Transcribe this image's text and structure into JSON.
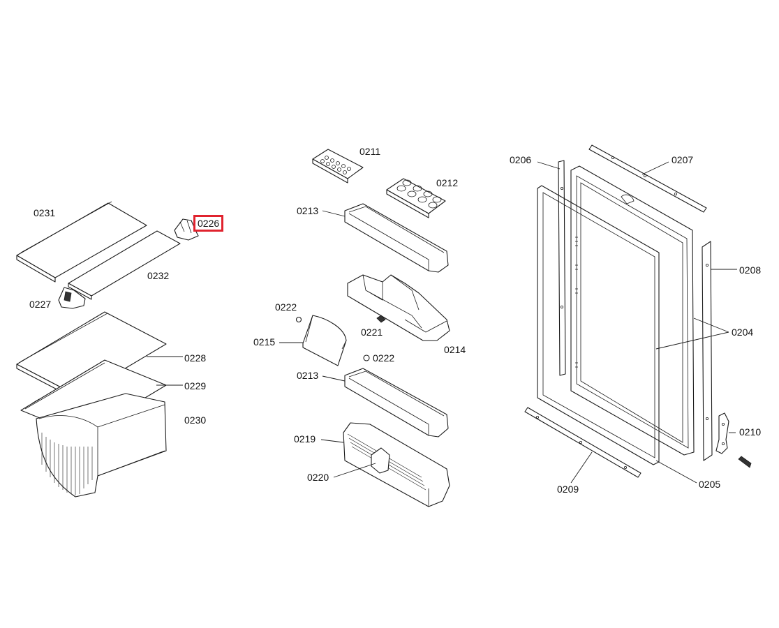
{
  "highlight_color": "#e0232e",
  "labels": {
    "p0231": "0231",
    "p0226": "0226",
    "p0232": "0232",
    "p0227": "0227",
    "p0228": "0228",
    "p0229": "0229",
    "p0230": "0230",
    "p0211": "0211",
    "p0212": "0212",
    "p0213a": "0213",
    "p0222a": "0222",
    "p0221": "0221",
    "p0214": "0214",
    "p0215": "0215",
    "p0222b": "0222",
    "p0213b": "0213",
    "p0219": "0219",
    "p0220": "0220",
    "p0206": "0206",
    "p0207": "0207",
    "p0208": "0208",
    "p0204": "0204",
    "p0210": "0210",
    "p0209": "0209",
    "p0205": "0205"
  },
  "highlighted_part": "0226"
}
